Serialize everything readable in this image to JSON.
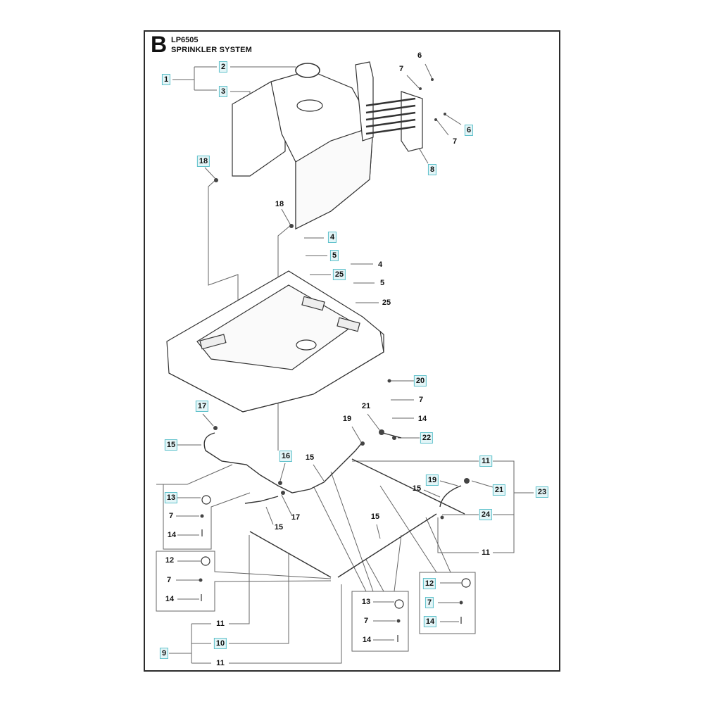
{
  "section": {
    "letter": "B",
    "model": "LP6505",
    "title": "SPRINKLER SYSTEM"
  },
  "colors": {
    "label_box_fill": "#e3f5f7",
    "label_box_border": "#5fc1cb",
    "line": "#555555",
    "frame": "#2b2b2b"
  },
  "callouts": [
    {
      "id": "c1",
      "text": "1",
      "highlighted": true
    },
    {
      "id": "c2",
      "text": "2",
      "highlighted": true
    },
    {
      "id": "c3",
      "text": "3",
      "highlighted": true
    },
    {
      "id": "c6a",
      "text": "6",
      "highlighted": false
    },
    {
      "id": "c7a",
      "text": "7",
      "highlighted": false
    },
    {
      "id": "c6b",
      "text": "6",
      "highlighted": true
    },
    {
      "id": "c7b",
      "text": "7",
      "highlighted": false
    },
    {
      "id": "c8",
      "text": "8",
      "highlighted": true
    },
    {
      "id": "c18a",
      "text": "18",
      "highlighted": true
    },
    {
      "id": "c18b",
      "text": "18",
      "highlighted": false
    },
    {
      "id": "c4a",
      "text": "4",
      "highlighted": true
    },
    {
      "id": "c5a",
      "text": "5",
      "highlighted": true
    },
    {
      "id": "c25a",
      "text": "25",
      "highlighted": true
    },
    {
      "id": "c4b",
      "text": "4",
      "highlighted": false
    },
    {
      "id": "c5b",
      "text": "5",
      "highlighted": false
    },
    {
      "id": "c25b",
      "text": "25",
      "highlighted": false
    },
    {
      "id": "c20",
      "text": "20",
      "highlighted": true
    },
    {
      "id": "c7c",
      "text": "7",
      "highlighted": false
    },
    {
      "id": "c14a",
      "text": "14",
      "highlighted": false
    },
    {
      "id": "c21a",
      "text": "21",
      "highlighted": false
    },
    {
      "id": "c19a",
      "text": "19",
      "highlighted": false
    },
    {
      "id": "c22",
      "text": "22",
      "highlighted": true
    },
    {
      "id": "c17a",
      "text": "17",
      "highlighted": true
    },
    {
      "id": "c15a",
      "text": "15",
      "highlighted": true
    },
    {
      "id": "c16",
      "text": "16",
      "highlighted": true
    },
    {
      "id": "c15b",
      "text": "15",
      "highlighted": false
    },
    {
      "id": "c17b",
      "text": "17",
      "highlighted": false
    },
    {
      "id": "c15c",
      "text": "15",
      "highlighted": false
    },
    {
      "id": "c11a",
      "text": "11",
      "highlighted": true
    },
    {
      "id": "c19b",
      "text": "19",
      "highlighted": true
    },
    {
      "id": "c21b",
      "text": "21",
      "highlighted": true
    },
    {
      "id": "c23",
      "text": "23",
      "highlighted": true
    },
    {
      "id": "c15d",
      "text": "15",
      "highlighted": false
    },
    {
      "id": "c24",
      "text": "24",
      "highlighted": true
    },
    {
      "id": "c15e",
      "text": "15",
      "highlighted": false
    },
    {
      "id": "c11b",
      "text": "11",
      "highlighted": false
    },
    {
      "id": "c13a",
      "text": "13",
      "highlighted": true
    },
    {
      "id": "c7d",
      "text": "7",
      "highlighted": false
    },
    {
      "id": "c14b",
      "text": "14",
      "highlighted": false
    },
    {
      "id": "c12a",
      "text": "12",
      "highlighted": false
    },
    {
      "id": "c7e",
      "text": "7",
      "highlighted": false
    },
    {
      "id": "c14c",
      "text": "14",
      "highlighted": false
    },
    {
      "id": "c11c",
      "text": "11",
      "highlighted": false
    },
    {
      "id": "c10",
      "text": "10",
      "highlighted": true
    },
    {
      "id": "c9",
      "text": "9",
      "highlighted": true
    },
    {
      "id": "c11d",
      "text": "11",
      "highlighted": false
    },
    {
      "id": "c13b",
      "text": "13",
      "highlighted": false
    },
    {
      "id": "c7f",
      "text": "7",
      "highlighted": false
    },
    {
      "id": "c14d",
      "text": "14",
      "highlighted": false
    },
    {
      "id": "c12b",
      "text": "12",
      "highlighted": true
    },
    {
      "id": "c7g",
      "text": "7",
      "highlighted": true
    },
    {
      "id": "c14e",
      "text": "14",
      "highlighted": true
    }
  ],
  "parts": [
    {
      "name": "water-tank",
      "callout": "3"
    },
    {
      "name": "tank-cap",
      "callout": "2"
    },
    {
      "name": "tank-assembly",
      "callout": "1"
    },
    {
      "name": "grille-bracket",
      "callout": "8"
    },
    {
      "name": "mower-chassis",
      "callout": ""
    },
    {
      "name": "hose",
      "callout": "15"
    },
    {
      "name": "nozzle-bar-assembly",
      "callout": "9"
    },
    {
      "name": "nozzle-bar-assembly-right",
      "callout": "23"
    }
  ]
}
